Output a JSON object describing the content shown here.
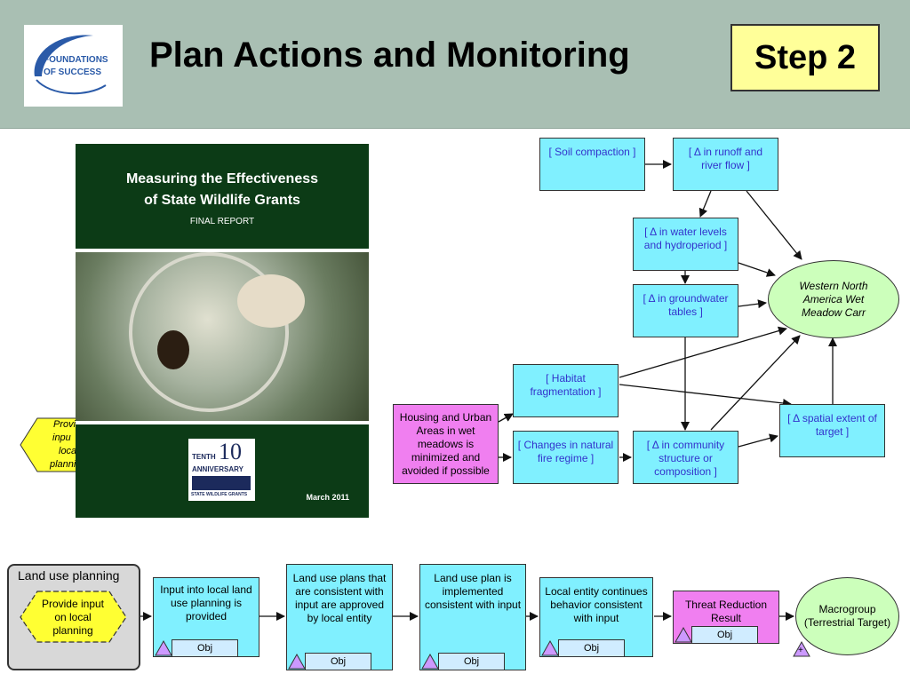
{
  "header": {
    "title": "Plan Actions and Monitoring",
    "step": "Step 2",
    "logo_line1": "FOUNDATIONS",
    "logo_line2": "OF SUCCESS"
  },
  "cover": {
    "title_line1": "Measuring the Effectiveness",
    "title_line2": "of State Wildlife Grants",
    "subtitle": "FINAL REPORT",
    "anniv_line1": "TENTH",
    "anniv_num": "10",
    "anniv_line2": "ANNIVERSARY",
    "anniv_footer": "STATE WILDLIFE GRANTS",
    "date": "March 2011"
  },
  "diagram": {
    "soil": "[ Soil compaction ]",
    "runoff": "[ Δ in runoff and river flow ]",
    "water": "[ Δ in water levels and hydroperiod ]",
    "groundwater": "[ Δ in groundwater tables ]",
    "habitat": "[ Habitat fragmentation ]",
    "fire": "[ Changes in natural fire regime ]",
    "community": "[ Δ in community structure or composition ]",
    "spatial": "[ Δ spatial extent of target ]",
    "target": "Western North America Wet Meadow Carr",
    "housing": "Housing and Urban Areas in wet meadows is minimized and avoided if possible",
    "provide_partial_1": "Provi",
    "provide_partial_2": "inpu",
    "provide_partial_3": "loca",
    "provide_partial_4": "planni"
  },
  "chain": {
    "panel_label": "Land use planning",
    "provide": "Provide input on local planning",
    "step1": "Input into local land use planning is provided",
    "step2": "Land use plans that are consistent with input are approved by local entity",
    "step3": "Land use plan is implemented consistent with input",
    "step4": "Local entity continues behavior consistent with input",
    "threat": "Threat Reduction Result",
    "macro": "Macrogroup (Terrestrial Target)",
    "obj": "Obj",
    "plus": "+"
  },
  "colors": {
    "header_bg": "#a9bfb3",
    "step_bg": "#ffff99",
    "factor_bg": "#80f0ff",
    "factor_text": "#3333cc",
    "result_bg": "#f07ff0",
    "target_bg": "#ccffbb",
    "strategy_bg": "#ffff33",
    "triangle": "#cc99ff"
  }
}
